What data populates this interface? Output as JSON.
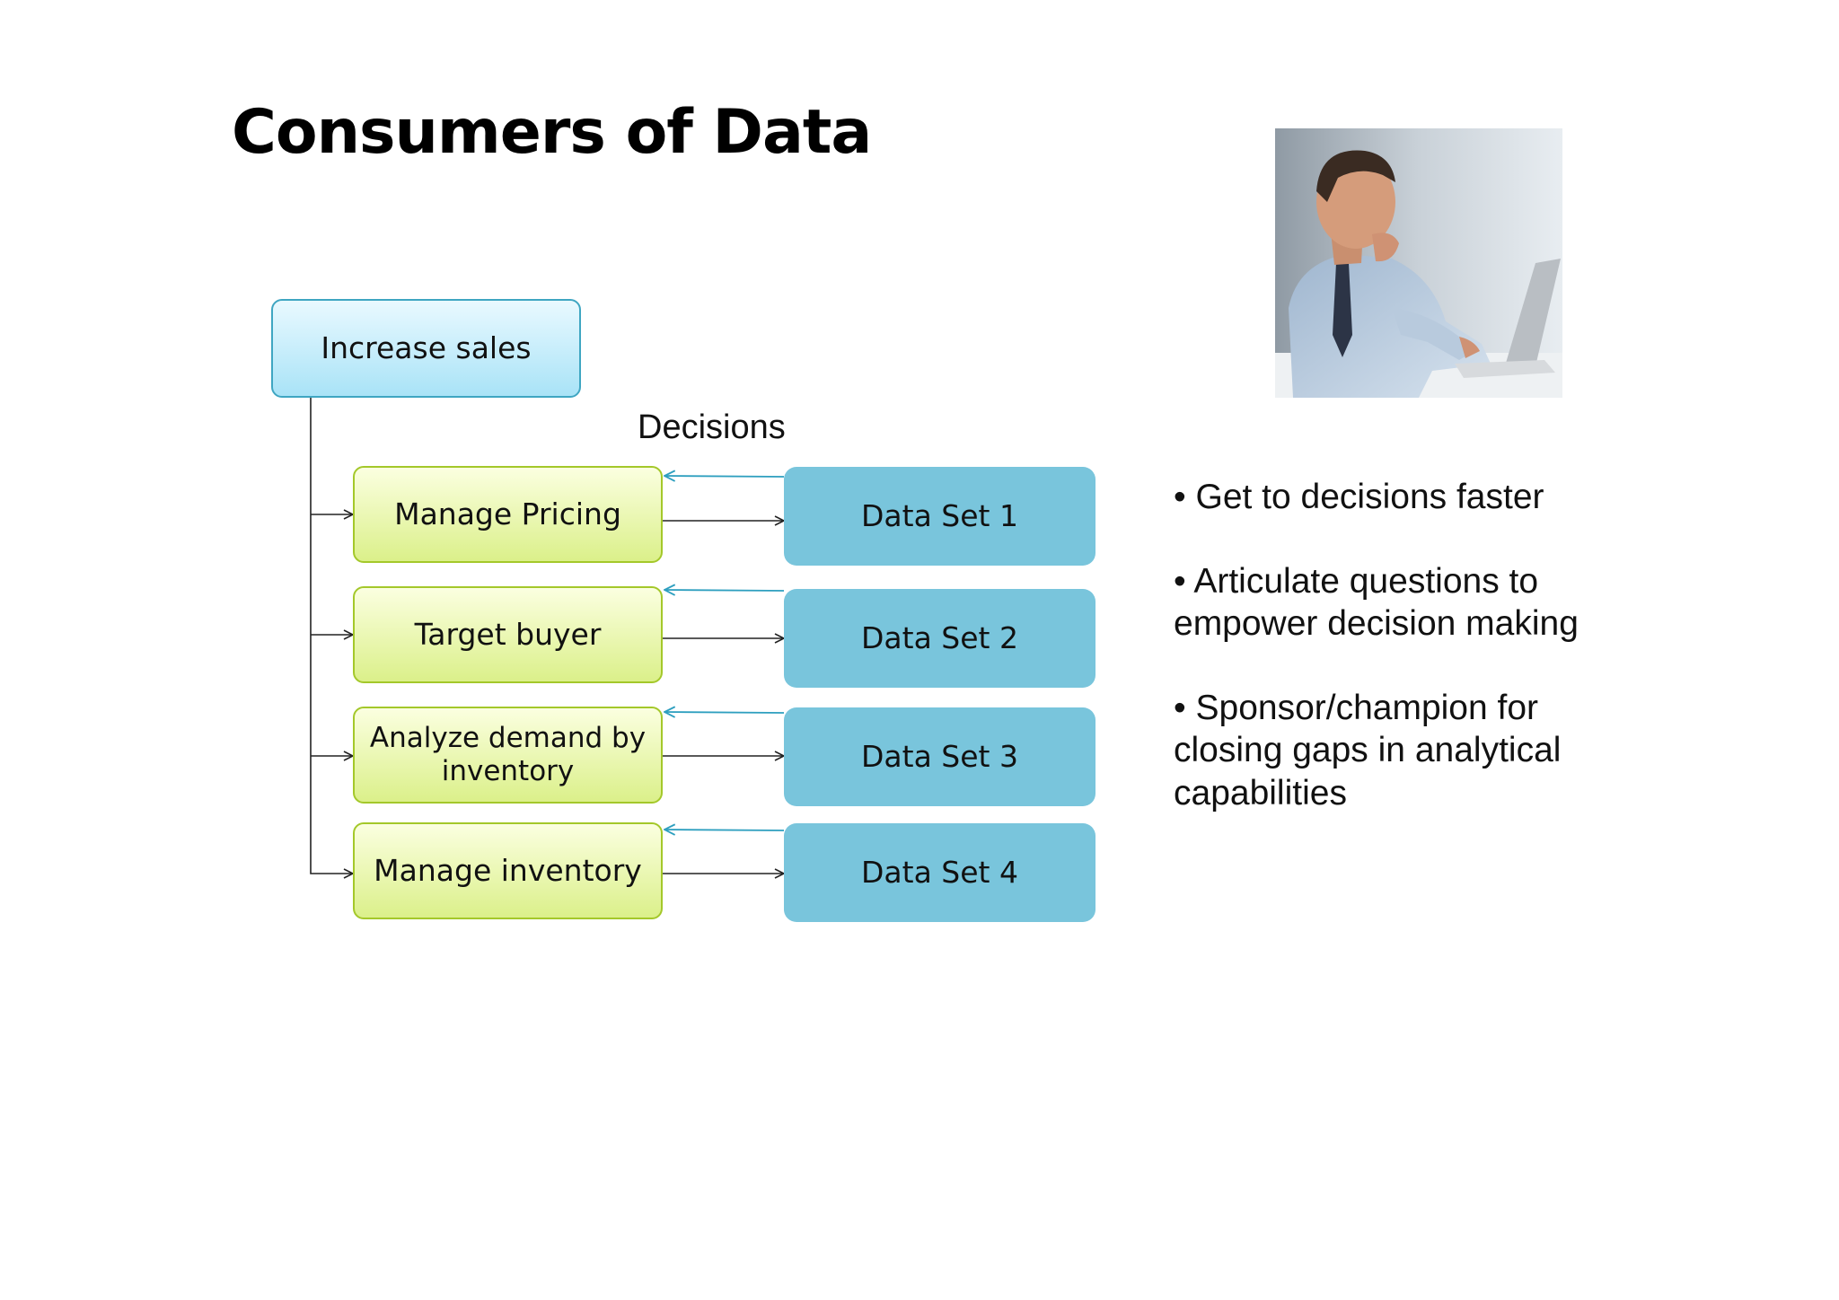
{
  "slide": {
    "title": "Consumers of Data",
    "decisions_label": "Decisions",
    "goal": "Increase sales",
    "decisions": [
      "Manage Pricing",
      "Target buyer",
      "Analyze demand by inventory",
      "Manage inventory"
    ],
    "datasets": [
      "Data Set 1",
      "Data Set 2",
      "Data Set 3",
      "Data Set 4"
    ],
    "bullets": [
      "• Get to decisions faster",
      "• Articulate questions to empower decision making",
      "• Sponsor/champion for closing gaps in analytical capabilities"
    ]
  },
  "colors": {
    "goal_border": "#3fa6c2",
    "decision_border": "#a4c82a",
    "dataset_fill": "#79c5dc",
    "feedback_arrow": "#2e9fbf"
  }
}
